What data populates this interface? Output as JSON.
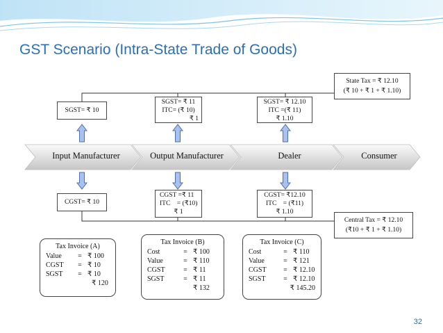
{
  "slide": {
    "title": "GST Scenario (Intra-State Trade of Goods)",
    "page_number": "32"
  },
  "stages": [
    "Input Manufacturer",
    "Output Manufacturer",
    "Dealer",
    "Consumer"
  ],
  "sgst_boxes": {
    "input": [
      "SGST= ₹ 10"
    ],
    "output": [
      "SGST= ₹ 11",
      "ITC= (₹ 10)",
      "₹ 1"
    ],
    "dealer": [
      "SGST= ₹ 12.10",
      "ITC =(₹ 11)",
      "₹ 1.10"
    ]
  },
  "cgst_boxes": {
    "input": [
      "CGST= ₹ 10"
    ],
    "output": [
      "CGST =₹ 11",
      "ITC    = (₹10)",
      "₹ 1"
    ],
    "dealer": [
      "CGST= ₹12.10",
      "ITC    = (₹11)",
      "₹ 1.10"
    ]
  },
  "state_tax": [
    "State Tax = ₹ 12.10",
    "(₹ 10 + ₹ 1 + ₹ 1.10)"
  ],
  "central_tax": [
    "Central Tax = ₹ 12.10",
    "(₹10 + ₹ 1 + ₹ 1.10)"
  ],
  "invoices": {
    "a": {
      "title": "Tax Invoice (A)",
      "rows": [
        [
          "Value",
          "=",
          "₹ 100"
        ],
        [
          "CGST",
          "=",
          "₹ 10"
        ],
        [
          "SGST",
          "=",
          "₹ 10"
        ]
      ],
      "total": "₹ 120"
    },
    "b": {
      "title": "Tax Invoice (B)",
      "rows": [
        [
          "Cost",
          "=",
          "₹ 100"
        ],
        [
          "Value",
          "=",
          "₹ 110"
        ],
        [
          "CGST",
          "=",
          "₹ 11"
        ],
        [
          "SGST",
          "=",
          "₹ 11"
        ]
      ],
      "total": "₹ 132"
    },
    "c": {
      "title": "Tax Invoice (C)",
      "rows": [
        [
          "Cost",
          "=",
          "₹ 110"
        ],
        [
          "Value",
          "=",
          "₹ 121"
        ],
        [
          "CGST",
          "=",
          "₹ 12.10"
        ],
        [
          "SGST",
          "=",
          "₹ 12.10"
        ]
      ],
      "total": "₹ 145.20"
    }
  },
  "colors": {
    "title": "#2a6fb5",
    "arrow_fill": "#a9c1ec",
    "arrow_stroke": "#4a6fb0",
    "chevron_top": "#fafafa",
    "chevron_bottom": "#c9c9c9"
  }
}
